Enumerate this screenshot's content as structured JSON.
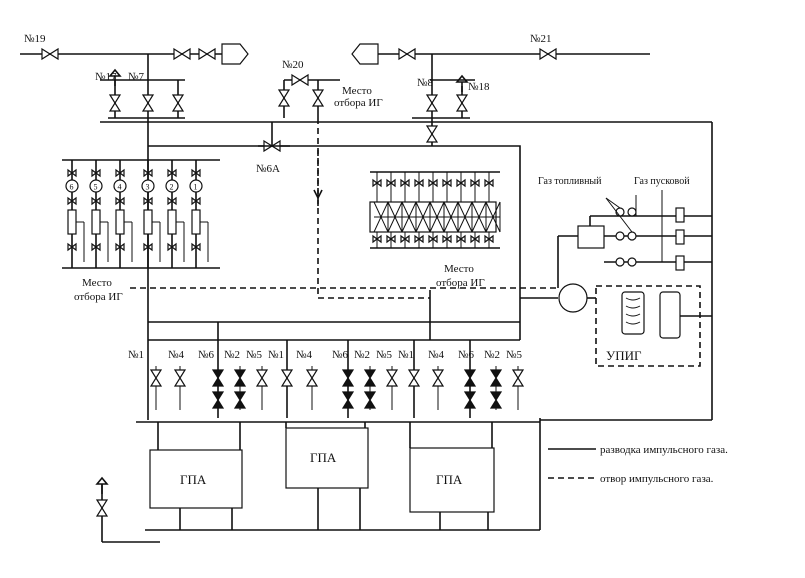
{
  "labels": {
    "n19": "№19",
    "n17": "№17",
    "n7": "№7",
    "n20": "№20",
    "n8": "№8",
    "n18": "№18",
    "n21": "№21",
    "n6a": "№6А",
    "mesto1_l1": "Место",
    "mesto1_l2": "отбора ИГ",
    "mesto2_l1": "Место",
    "mesto2_l2": "отбора ИГ",
    "mesto3_l1": "Место",
    "mesto3_l2": "отбора ИГ",
    "gas_fuel": "Газ топливный",
    "gas_start": "Газ пусковой",
    "upig": "УПИГ",
    "gpa1": "ГПА",
    "gpa2": "ГПА",
    "gpa3": "ГПА",
    "v1_a": "№1",
    "v4_a": "№4",
    "v6_a": "№6",
    "v2_a": "№2",
    "v5_a": "№5",
    "v1_b": "№1",
    "v4_b": "№4",
    "v6_b": "№6",
    "v2_b": "№2",
    "v5_b": "№5",
    "v1_c": "№1",
    "v4_c": "№4",
    "v6_c": "№6",
    "v2_c": "№2",
    "v5_c": "№5"
  },
  "legend": {
    "solid": "разводка импульсного газа.",
    "dashed": "отвор импульсного газа."
  },
  "gauges": [
    "6",
    "5",
    "4",
    "3",
    "2",
    "1"
  ]
}
